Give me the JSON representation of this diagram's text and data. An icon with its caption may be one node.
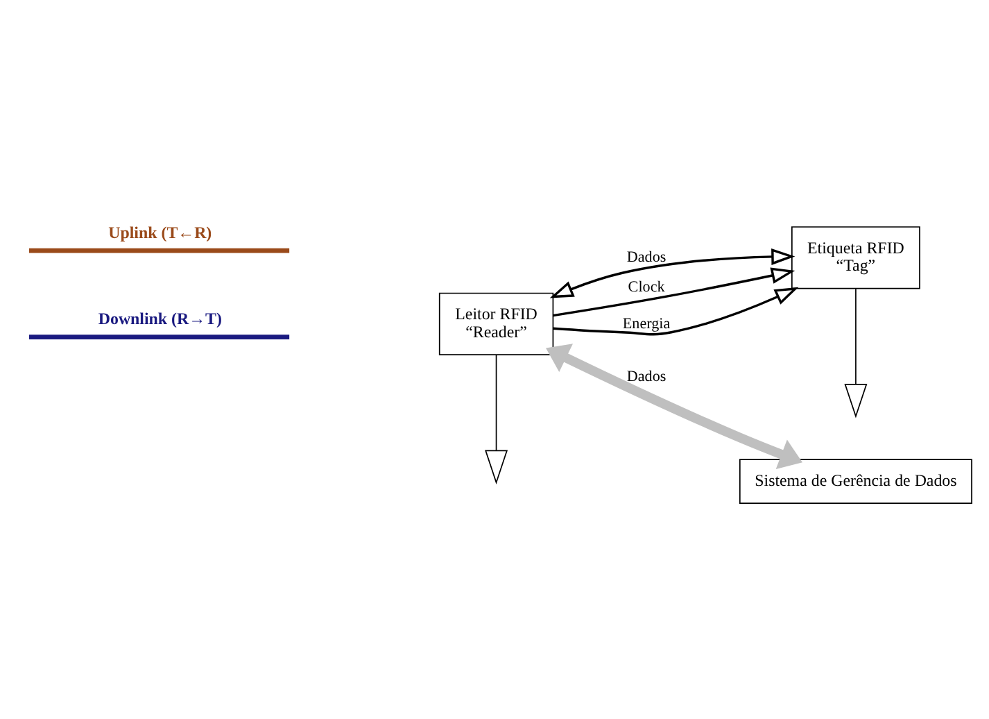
{
  "diagram": {
    "nodes": [
      {
        "text": [],
        "shape": "antenna"
      },
      {
        "text": [],
        "shape": "antenna"
      },
      {
        "text": [
          "Leitor RFID",
          "“Reader”"
        ]
      },
      {
        "text": [
          "Etiqueta RFID",
          "“Tag”"
        ]
      },
      {
        "text": [
          "Sistema de Gerência de Dados"
        ]
      }
    ],
    "edges": [
      {
        "from": 2,
        "to": 0,
        "arrow": "none"
      },
      {
        "from": 3,
        "to": 1,
        "arrow": "none"
      },
      {
        "from": 2,
        "to": 3,
        "arrow": "both",
        "label": "Dados"
      },
      {
        "from": 2,
        "to": 3,
        "arrow": "to",
        "label": "Clock"
      },
      {
        "from": 2,
        "to": 3,
        "arrow": "to",
        "label": "Energia"
      },
      {
        "from": 2,
        "to": 4,
        "arrow": "both",
        "label": "Dados",
        "style": "thick",
        "color": "#bfbfbf"
      }
    ],
    "labels": [
      "Downlink (R→T)",
      "Uplink (T←R)"
    ]
  }
}
